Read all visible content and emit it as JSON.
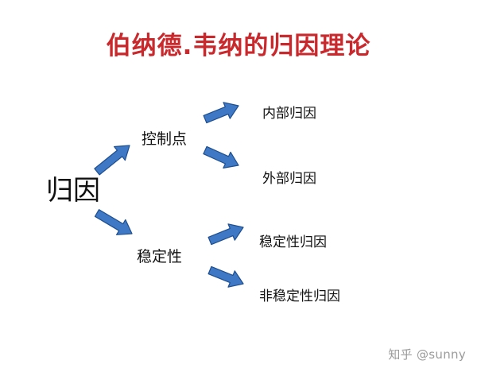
{
  "title": "伯纳德.韦纳的归因理论",
  "root": "归因",
  "branches": {
    "control": "控制点",
    "stability": "稳定性"
  },
  "leaves": {
    "internal": "内部归因",
    "external": "外部归因",
    "stable": "稳定性归因",
    "unstable": "非稳定性归因"
  },
  "colors": {
    "title": "#c9292c",
    "arrow_fill": "#3f78c4",
    "arrow_stroke": "#1e4f8f"
  },
  "watermark": "知乎 @sunny"
}
